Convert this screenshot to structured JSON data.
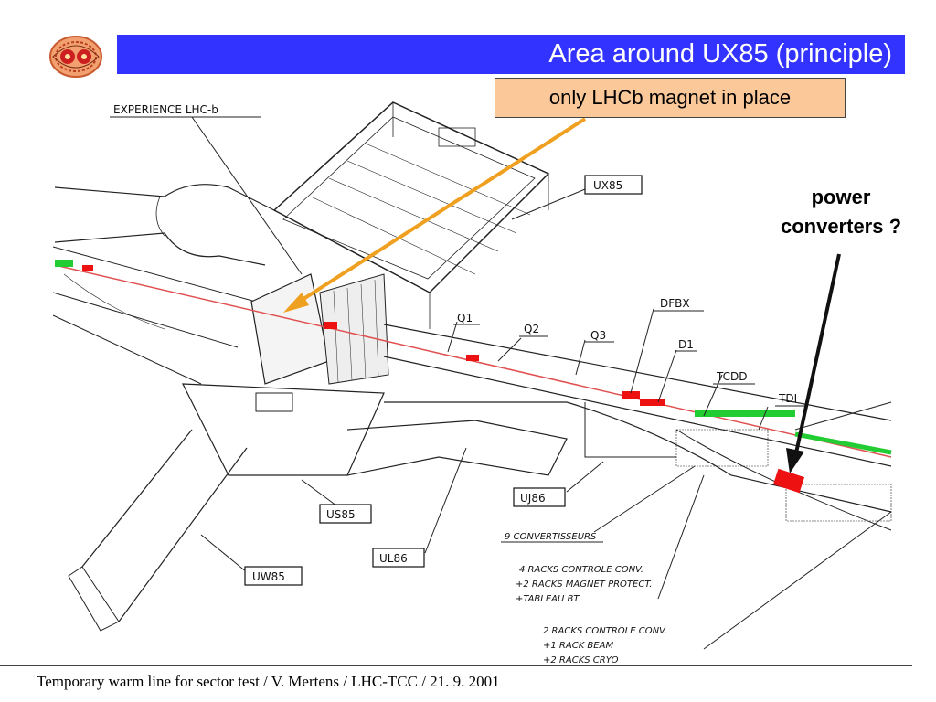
{
  "header": {
    "title": "Area around UX85 (principle)"
  },
  "callout": {
    "text": "only LHCb magnet in place"
  },
  "annotation": {
    "line1": "power",
    "line2": "converters ?"
  },
  "drawing_labels": {
    "experience": "EXPERIENCE LHC-b",
    "ux85": "UX85",
    "q1": "Q1",
    "q2": "Q2",
    "q3": "Q3",
    "dfbx": "DFBX",
    "d1": "D1",
    "tcdd": "TCDD",
    "tdi": "TDI",
    "uj86": "UJ86",
    "us85": "US85",
    "ul86": "UL86",
    "uw85": "UW85",
    "convertisseurs": "9 CONVERTISSEURS",
    "racks1_line1": "4 RACKS CONTROLE CONV.",
    "racks1_line2": "+2 RACKS MAGNET PROTECT.",
    "racks1_line3": "+TABLEAU BT",
    "racks2_line1": "2 RACKS CONTROLE CONV.",
    "racks2_line2": "+1 RACK BEAM",
    "racks2_line3": "+2 RACKS CRYO"
  },
  "footer": {
    "text": "Temporary warm line for sector test / V. Mertens / LHC-TCC / 21. 9. 2001"
  },
  "colors": {
    "title_bar": "#3333ff",
    "callout_bg": "#fbc89a",
    "arrow_orange": "#f0a020",
    "beam_line": "#e05050",
    "warm_green": "#22cc33",
    "converter_red": "#ee1111"
  }
}
